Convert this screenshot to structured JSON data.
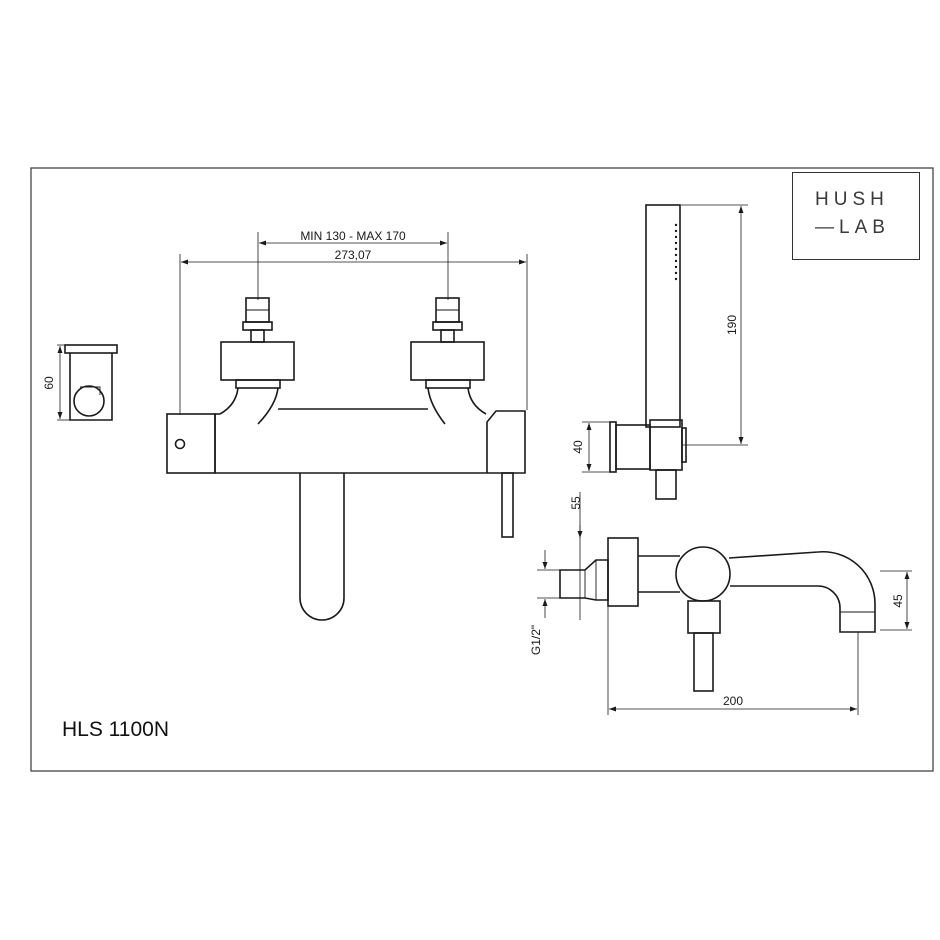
{
  "brand": {
    "line1": "HUSH",
    "line2": "—LAB"
  },
  "model": "HLS 1100N",
  "dimensions": {
    "spacing_range": "MIN 130 - MAX 170",
    "overall_width": "273,07",
    "holder_height": "60",
    "shower_length": "190",
    "wall_bracket": "40",
    "connection_depth": "55",
    "thread": "G1/2\"",
    "spout_height": "45",
    "spout_projection": "200"
  }
}
